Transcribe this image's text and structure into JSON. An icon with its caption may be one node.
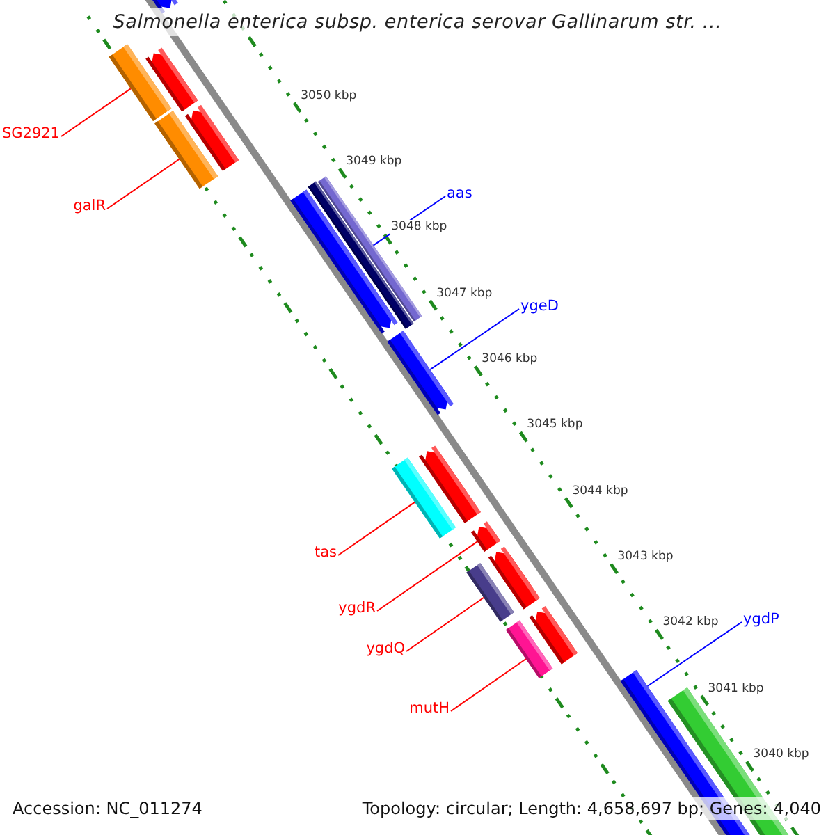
{
  "diagram": {
    "title": "Salmonella enterica subsp. enterica serovar Gallinarum str. ...",
    "nodes": [
      {
        "text": [
          "SG2921"
        ]
      },
      {
        "text": [
          "galR"
        ]
      },
      {
        "text": [
          "aas"
        ]
      },
      {
        "text": [
          "ygeD"
        ]
      },
      {
        "text": [
          "tas"
        ]
      },
      {
        "text": [
          "ygdR"
        ]
      },
      {
        "text": [
          "ygdQ"
        ]
      },
      {
        "text": [
          "mutH"
        ]
      },
      {
        "text": [
          "ygdP"
        ]
      },
      {
        "text": [],
        "shape": "bar"
      },
      {
        "text": [],
        "shape": "bar"
      },
      {
        "text": [],
        "shape": "bar"
      },
      {
        "text": [],
        "shape": "bar"
      },
      {
        "text": [],
        "shape": "bar"
      },
      {
        "text": [],
        "shape": "bar"
      },
      {
        "text": [],
        "shape": "bar"
      },
      {
        "text": [],
        "shape": "bar"
      },
      {
        "text": [],
        "shape": "bar"
      }
    ],
    "edges": [
      {
        "from": 0,
        "to": 9,
        "arrow": "none"
      },
      {
        "from": 1,
        "to": 10,
        "arrow": "none"
      },
      {
        "from": 2,
        "to": 11,
        "arrow": "none",
        "color": "#0000ff"
      },
      {
        "from": 3,
        "to": 12,
        "arrow": "none",
        "color": "#0000ff"
      },
      {
        "from": 4,
        "to": 13,
        "arrow": "none"
      },
      {
        "from": 5,
        "to": 14,
        "arrow": "none"
      },
      {
        "from": 6,
        "to": 15,
        "arrow": "none"
      },
      {
        "from": 7,
        "to": 16,
        "arrow": "none"
      },
      {
        "from": 8,
        "to": 17,
        "arrow": "none",
        "color": "#0000ff"
      }
    ],
    "labels": [
      "3050 kbp",
      "3049 kbp",
      "3048 kbp",
      "3047 kbp",
      "3046 kbp",
      "3045 kbp",
      "3044 kbp",
      "3043 kbp",
      "3042 kbp",
      "3041 kbp",
      "3040 kbp",
      "Accession: NC_011274",
      "Topology: circular; Length: 4,658,697 bp; Genes: 4,040"
    ]
  }
}
